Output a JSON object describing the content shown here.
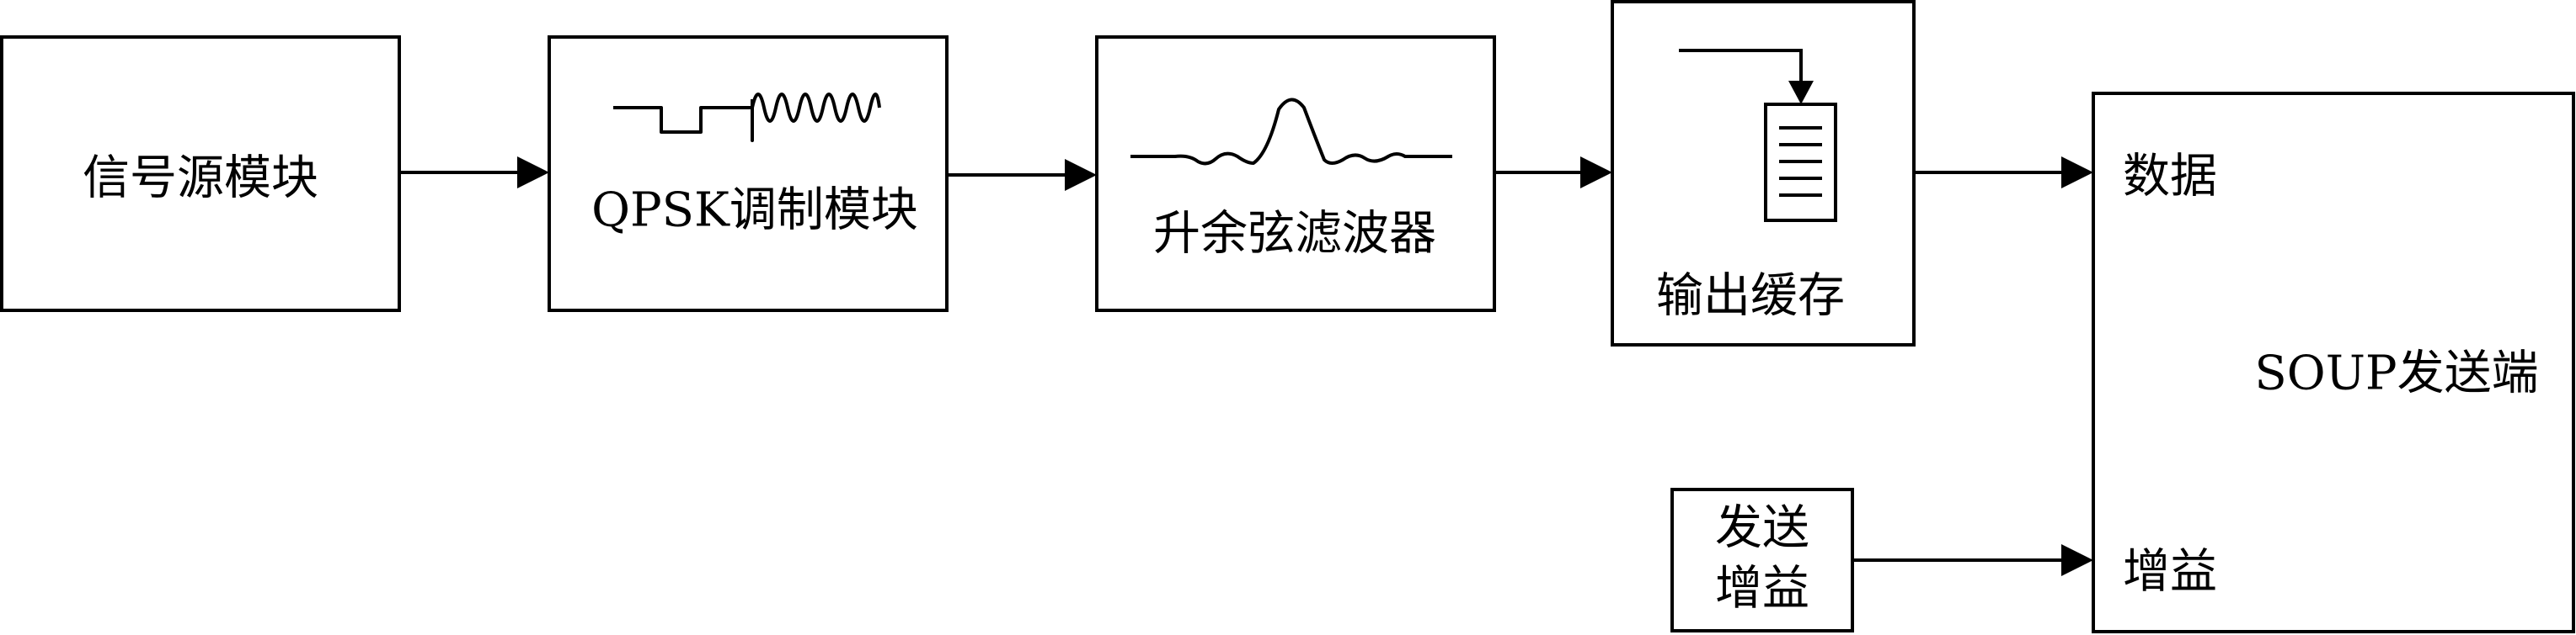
{
  "blocks": {
    "signal_source": "信号源模块",
    "qpsk_modulation": "QPSK调制模块",
    "raised_cosine_filter": "升余弦滤波器",
    "output_buffer": "输出缓存",
    "soup_transmitter": "SOUP发送端",
    "transmit_gain_line1": "发送",
    "transmit_gain_line2": "增益"
  },
  "ports": {
    "data": "数据",
    "gain": "增益"
  },
  "icons": {
    "qpsk_modulation": "square-wave-to-sine-icon",
    "raised_cosine_filter": "raised-cosine-pulse-icon",
    "output_buffer": "buffer-document-icon"
  }
}
